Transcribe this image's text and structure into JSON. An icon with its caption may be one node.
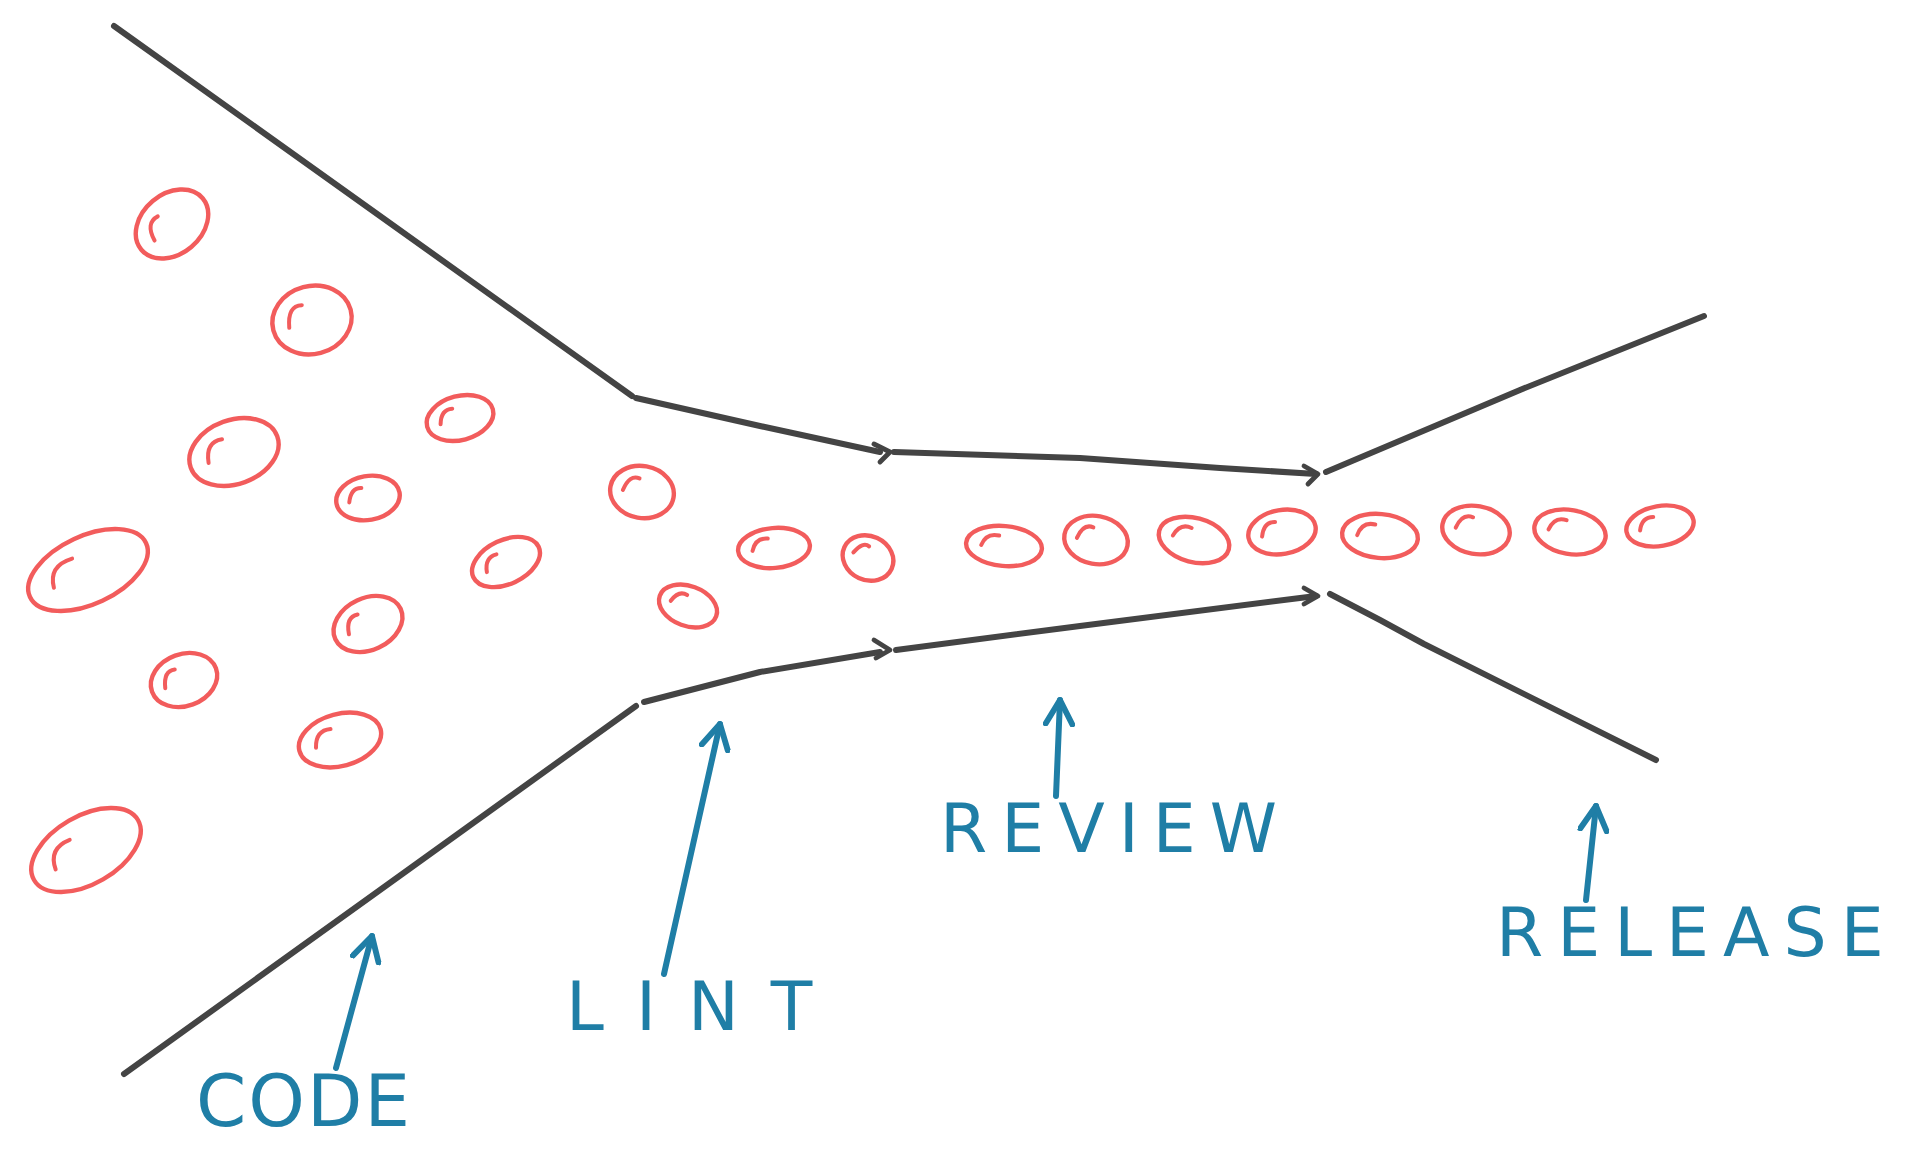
{
  "diagram": {
    "nodes": [
      {
        "text": [
          "CODE"
        ]
      },
      {
        "text": [
          "LINT"
        ]
      },
      {
        "text": [
          "REVIEW"
        ]
      },
      {
        "text": [
          "RELEASE"
        ]
      }
    ],
    "edges": [
      {
        "from": 0,
        "to": null,
        "arrow": "to"
      },
      {
        "from": 1,
        "to": null,
        "arrow": "to"
      },
      {
        "from": 2,
        "to": null,
        "arrow": "to"
      },
      {
        "from": 3,
        "to": null,
        "arrow": "to"
      }
    ]
  }
}
